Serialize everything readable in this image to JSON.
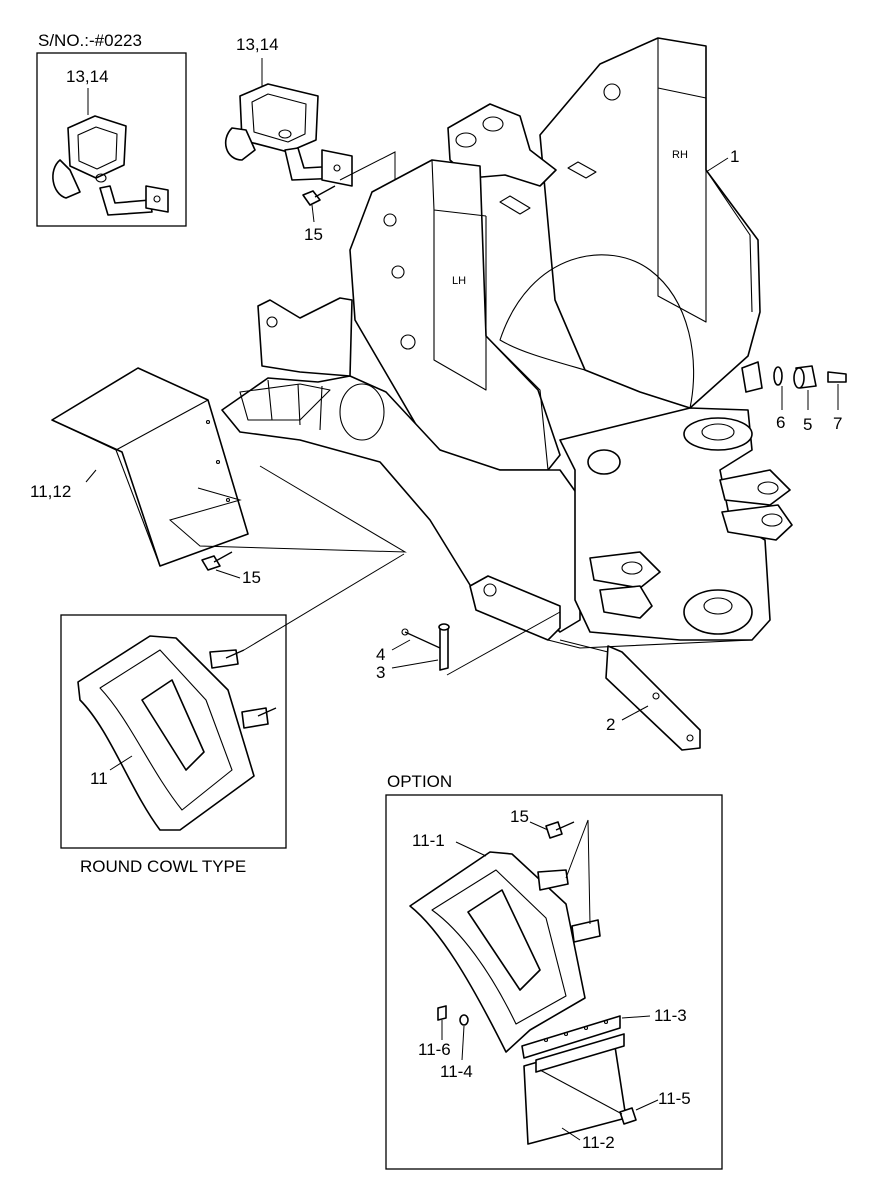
{
  "header": {
    "serial": "S/NO.:-#0223"
  },
  "captions": {
    "round_cowl": "ROUND COWL TYPE",
    "option": "OPTION"
  },
  "stamps": {
    "rh": "RH",
    "lh": "LH"
  },
  "callouts": {
    "frame": "1",
    "arm": "2",
    "pin": "3",
    "bolt_pin": "4",
    "cap": "5",
    "washer": "6",
    "screw": "7",
    "cowl_round": "11",
    "cowl_pair": "11,12",
    "handle_inset": "13,14",
    "handle": "13,14",
    "bolt_inset_top": "15",
    "bolt_cowl": "15",
    "bolt_option": "15",
    "opt_cowl": "11-1",
    "opt_flap": "11-2",
    "opt_plate": "11-3",
    "opt_washer": "11-4",
    "opt_bolt": "11-5",
    "opt_nut": "11-6"
  }
}
